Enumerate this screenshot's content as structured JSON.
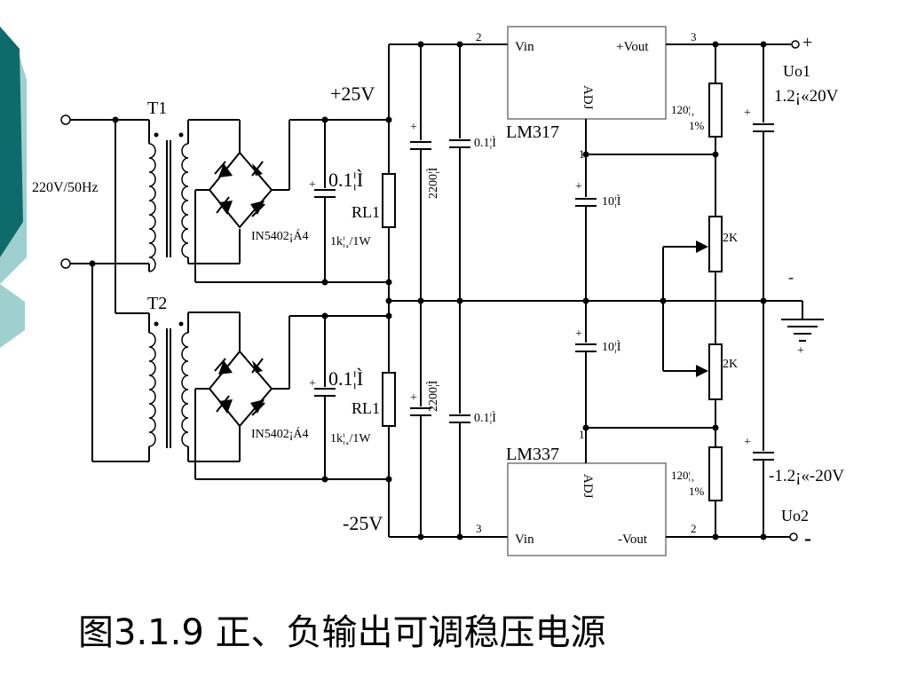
{
  "accent": {
    "teal_dark": "#0e6b6b",
    "teal_light": "#9fd0d0"
  },
  "caption": "图3.1.9    正、负输出可调稳压电源",
  "labels": {
    "t1": "T1",
    "t2": "T2",
    "input": "220V/50Hz",
    "pos25": "+25V",
    "neg25": "-25V",
    "c01_top": "0.1¦Ì",
    "c01_bot": "0.1¦Ì",
    "rl_top": "RL1",
    "rl_bot": "RL1",
    "rl_val_top": "1k¦¸/1W",
    "rl_val_bot": "1k¦¸/1W",
    "diode_top": "IN5402¡Á4",
    "diode_bot": "IN5402¡Á4",
    "c2200_top": "2200¦Ì",
    "c2200_bot": "2200¦Ì",
    "c01s_top": "0.1¦Ì",
    "c01s_bot": "0.1¦Ì",
    "lm317": "LM317",
    "lm337": "LM337",
    "vin_top": "Vin",
    "vout_top": "+Vout",
    "adj_top": "ADJ",
    "vin_bot": "Vin",
    "vout_bot": "-Vout",
    "adj_bot": "ADJ",
    "pin2_top": "2",
    "pin3_top": "3",
    "pin1_top": "1",
    "pin3_bot": "3",
    "pin2_bot": "2",
    "pin1_bot": "1",
    "c10_top": "10¦Ì",
    "c10_bot": "10¦Ì",
    "r120_top": "120¦¸",
    "r120_top_tol": "1%",
    "r120_bot": "120¦¸",
    "r120_bot_tol": "1%",
    "pot_top": "2K",
    "pot_bot": "2K",
    "uo1": "Uo1",
    "uo1_range": "1.2¡«20V",
    "uo2": "Uo2",
    "uo2_range": "-1.2¡«-20V",
    "plus_out": "+",
    "minus_out": "-",
    "gnd_minus": "-",
    "gnd_plus": "+"
  }
}
